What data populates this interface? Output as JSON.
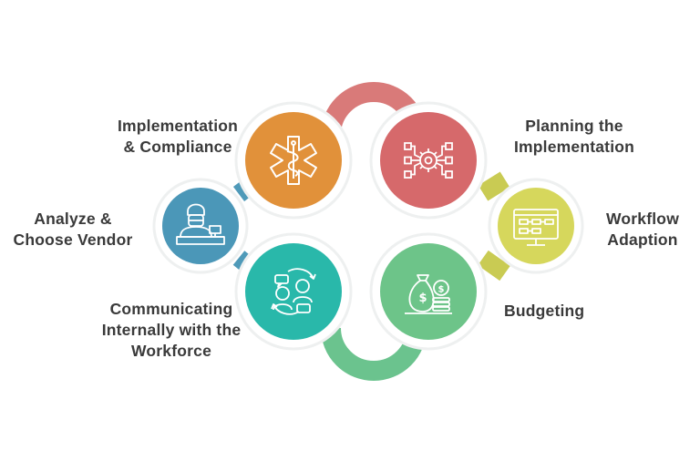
{
  "colors": {
    "orange": "#E1913A",
    "coral": "#D6696B",
    "blue": "#4B97B8",
    "yellow": "#D6D75C",
    "teal": "#29B8AA",
    "green": "#6DC489",
    "connector_coral": "#D97A79",
    "connector_blue": "#4F9AB9",
    "connector_yellow": "#C9CB53",
    "connector_green": "#6BC38E",
    "ring": "#EEF0F0",
    "text": "#3A3A3A"
  },
  "steps": [
    {
      "id": "implementation-compliance",
      "icon": "medical-star-icon",
      "color": "orange",
      "label_lines": [
        "Implementation",
        "& Compliance"
      ]
    },
    {
      "id": "planning-implementation",
      "icon": "process-gear-icon",
      "color": "coral",
      "label_lines": [
        "Planning the",
        "Implementation"
      ]
    },
    {
      "id": "analyze-choose-vendor",
      "icon": "vendor-desk-icon",
      "color": "blue",
      "label_lines": [
        "Analyze &",
        "Choose Vendor"
      ]
    },
    {
      "id": "workflow-adaption",
      "icon": "workflow-monitor-icon",
      "color": "yellow",
      "label_lines": [
        "Workflow",
        "Adaption"
      ]
    },
    {
      "id": "communicating-workforce",
      "icon": "people-chat-icon",
      "color": "teal",
      "label_lines": [
        "Communicating",
        "Internally with the",
        "Workforce"
      ]
    },
    {
      "id": "budgeting",
      "icon": "money-bag-icon",
      "color": "green",
      "label_lines": [
        "Budgeting"
      ]
    }
  ]
}
